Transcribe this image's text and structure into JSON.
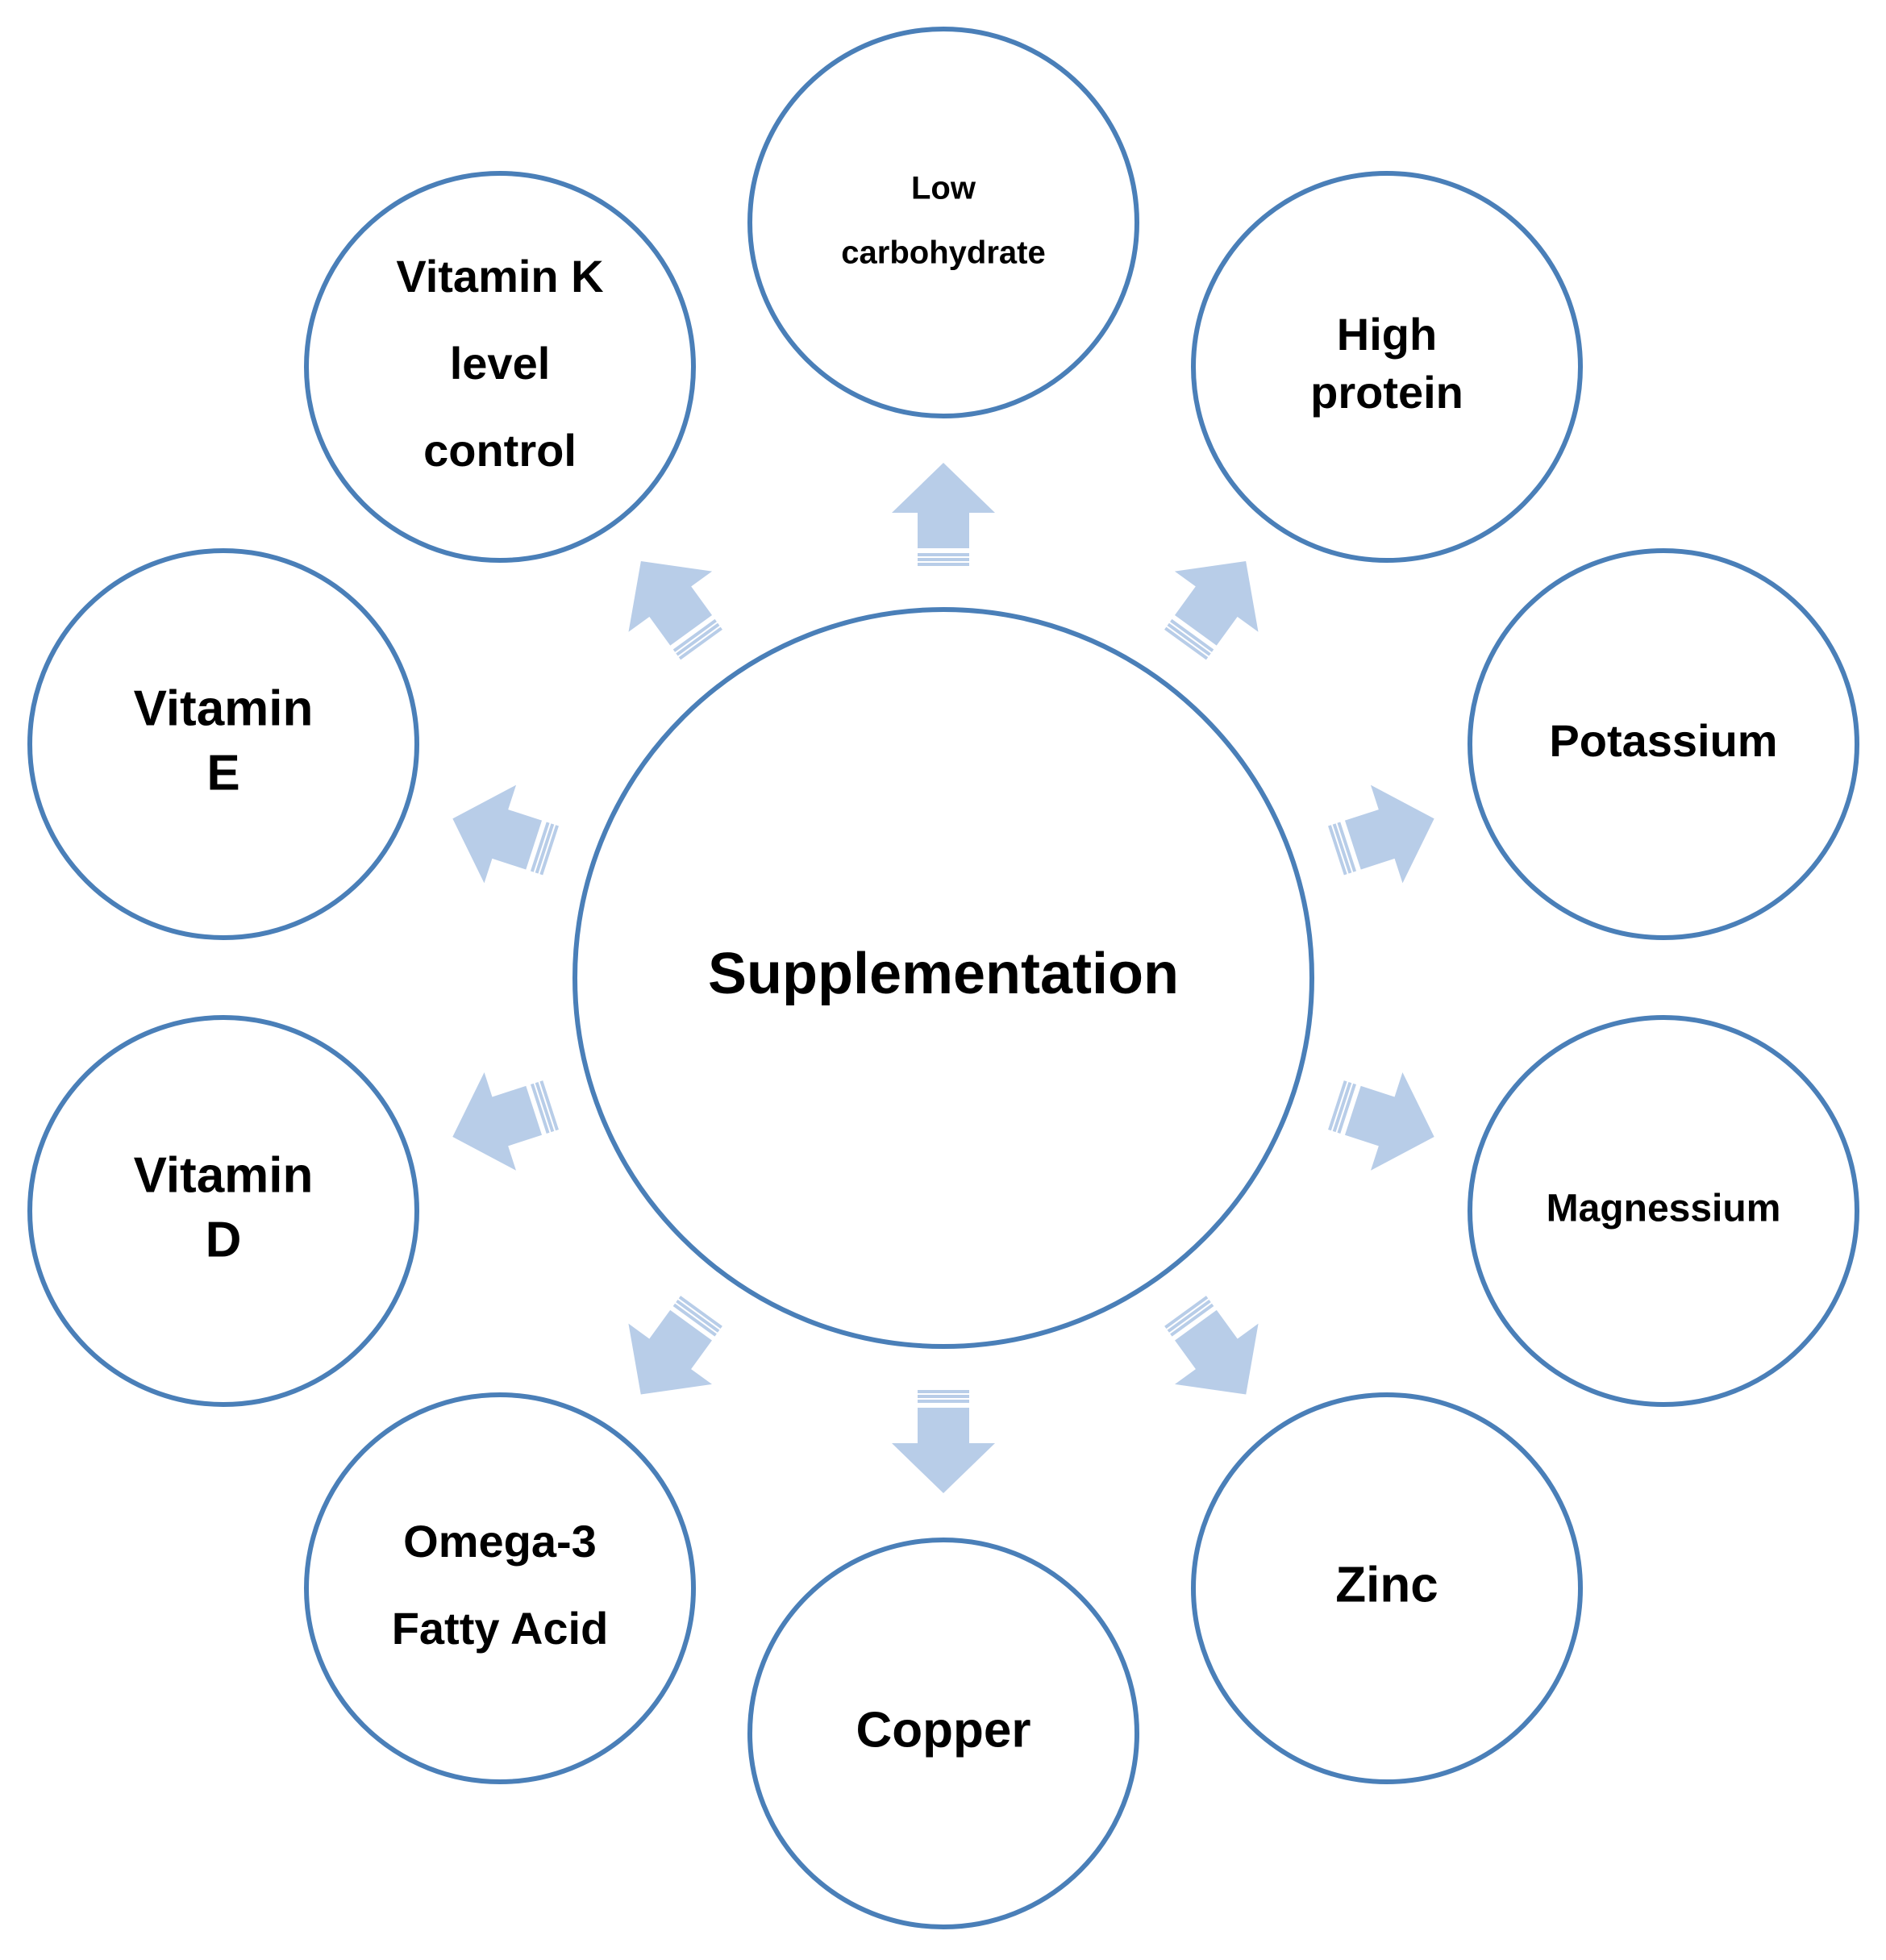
{
  "diagram": {
    "center": {
      "label": "Supplementation"
    },
    "nodes": [
      {
        "id": "low-carbohydrate",
        "lines": [
          "Low",
          "carbohydrate"
        ]
      },
      {
        "id": "high-protein",
        "lines": [
          "High",
          "protein"
        ]
      },
      {
        "id": "potassium",
        "lines": [
          "Potassium"
        ]
      },
      {
        "id": "magnessium",
        "lines": [
          "Magnessium"
        ]
      },
      {
        "id": "zinc",
        "lines": [
          "Zinc"
        ]
      },
      {
        "id": "copper",
        "lines": [
          "Copper"
        ]
      },
      {
        "id": "omega-3-fatty-acid",
        "lines": [
          "Omega-3",
          "Fatty Acid"
        ]
      },
      {
        "id": "vitamin-d",
        "lines": [
          "Vitamin",
          "D"
        ]
      },
      {
        "id": "vitamin-e",
        "lines": [
          "Vitamin",
          "E"
        ]
      },
      {
        "id": "vitamin-k-level-control",
        "lines": [
          "Vitamin K",
          "level",
          "control"
        ]
      }
    ],
    "colors": {
      "circle_stroke": "#4a7fb8",
      "arrow_fill": "#b8cde8",
      "text": "#000000",
      "background": "#ffffff"
    }
  }
}
